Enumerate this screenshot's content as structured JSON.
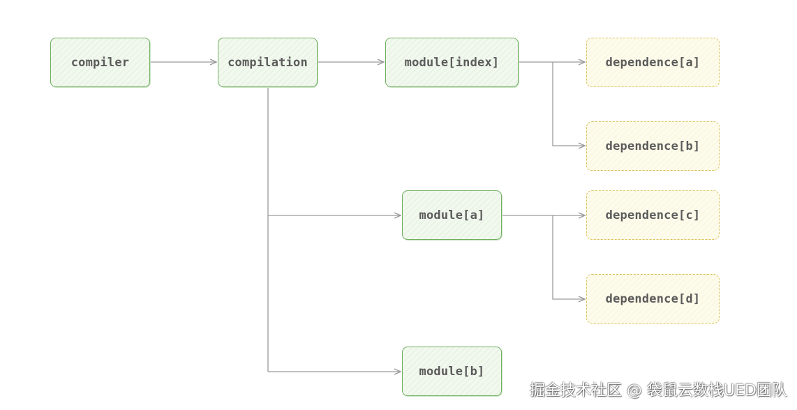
{
  "diagram": {
    "nodes": {
      "compiler": "compiler",
      "compilation": "compilation",
      "module_index": "module[index]",
      "dependence_a": "dependence[a]",
      "dependence_b": "dependence[b]",
      "module_a": "module[a]",
      "dependence_c": "dependence[c]",
      "dependence_d": "dependence[d]",
      "module_b": "module[b]"
    },
    "edges": [
      {
        "from": "compiler",
        "to": "compilation"
      },
      {
        "from": "compilation",
        "to": "module_index"
      },
      {
        "from": "compilation",
        "to": "module_a"
      },
      {
        "from": "compilation",
        "to": "module_b"
      },
      {
        "from": "module_index",
        "to": "dependence_a"
      },
      {
        "from": "module_index",
        "to": "dependence_b"
      },
      {
        "from": "module_a",
        "to": "dependence_c"
      },
      {
        "from": "module_a",
        "to": "dependence_d"
      }
    ],
    "colors": {
      "module_border": "#6fae5f",
      "module_fill": "#f1f8ee",
      "dependence_border": "#dcc15a",
      "dependence_fill": "#fdfbeb",
      "edge": "#9a9a9a",
      "text": "#5b5b5b"
    }
  },
  "watermark": "掘金技术社区 @ 袋鼠云数栈UED团队"
}
